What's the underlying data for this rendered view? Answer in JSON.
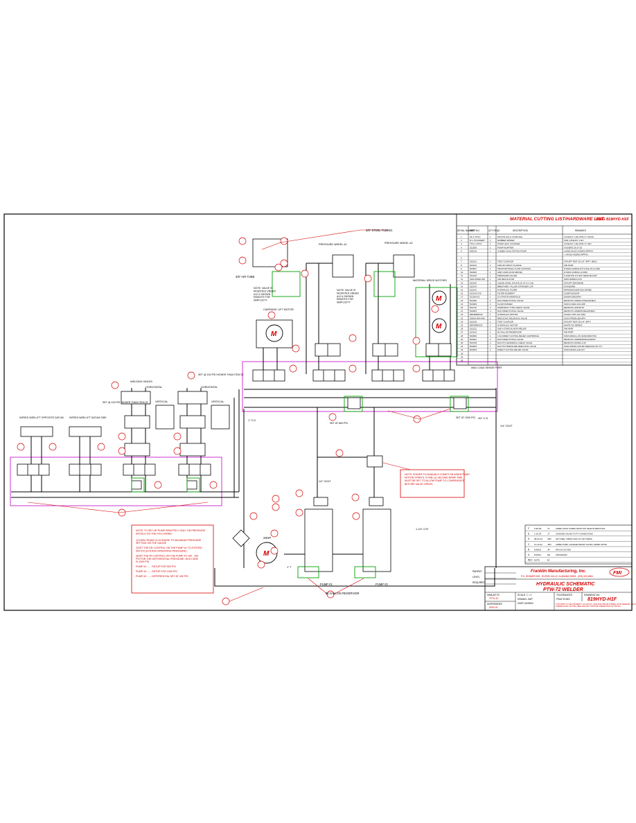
{
  "cutting_list": {
    "title": "MATERIAL CUTTING LIST/HARDWARE LIST",
    "dwg_ref": "DWG 819HYD-H1F",
    "headers": [
      "DETAIL NUMBER",
      "PART NO.",
      "QTY REQD",
      "DESCRIPTION",
      "REMARKS"
    ],
    "rows": [
      [
        "1",
        "SF-1-TPCC",
        "1",
        "MOTOR HALF COUPLING",
        "LOVEJOY L110 WITH 1\" S/S/10"
      ],
      [
        "2",
        "R-1-TR-INSERT",
        "1",
        "RUBBER SPIDER",
        "FOR LOVEJOY L110"
      ],
      [
        "3",
        "TPC-1-TPCC",
        "1",
        "PUMP HALF COUPLER",
        "LOVEJOY L110 WITH 1\" KEY"
      ],
      [
        "4",
        "512009",
        "1",
        "PUMP ADAPTER",
        "VICKERS 23-27-25"
      ],
      [
        "5",
        "505126",
        "1",
        "COMBO AXIAL PISTON PUMP",
        "LINDE A4VSO-43DR/S-RPPXX"
      ],
      [
        "",
        "",
        "",
        "",
        "+ A4VSO-45DR/S-RPPXX"
      ],
      [
        "6",
        "",
        "",
        "",
        ""
      ],
      [
        "7",
        "512101",
        "1",
        "TEST COUPLER",
        "STAUFF TEST-20 1/4\" JIFFY (MAL)"
      ],
      [
        "8",
        "512102",
        "2",
        "ASM 45 4-BOLT FLANGE",
        "FMI PART"
      ],
      [
        "9",
        "504607",
        "1",
        "PROPORTIONAL FLOW CONTROL",
        "HYDRO-FORCE PV72-33A-07-N-2400"
      ],
      [
        "10",
        "504645",
        "1",
        "AMP CARD (FOR ABOVE)",
        "HYDRO-FORCE 11-6630"
      ],
      [
        "11",
        "512140",
        "1",
        "PRESSURE GAUGE",
        "0-1000 PSI 1/4 NPT REAR MOUNT"
      ],
      [
        "12",
        "SHM-40920-430",
        "1",
        "AIR REGULATOR",
        "SHM NR9203-4-PC"
      ],
      [
        "13",
        "512142",
        "1",
        "LIQUID LEVEL GAUGE (5 1/2 O-1-1/2)",
        "STAUFF SNF2005/B"
      ],
      [
        "14",
        "512144",
        "1",
        "BREATHER / FILLER STRAINER CAP",
        "STANDARD"
      ],
      [
        "15",
        "512141",
        "1",
        "HYDRAULIC FILTER",
        "MP40DIN/C025F/100 S/F90B"
      ],
      [
        "16",
        "512143-C30",
        "1",
        "FILTER ELEMENT",
        "C025F/100N/S/F"
      ],
      [
        "17",
        "512024-10",
        "1",
        "10 STATION MANIFOLD",
        "DAMAN MDD/P04"
      ],
      [
        "18",
        "504330",
        "2",
        "DCD DIRECTIONAL VALVE",
        "REXROTH 4WE6J-6X/EG24N9K4"
      ],
      [
        "19",
        "504609",
        "2",
        "FLOW DIVIDER",
        "SUNS FCED-XAN-488"
      ],
      [
        "20",
        "504710",
        "2",
        "SANDWICH TYPE CHECK VALVE",
        "REXROTH Z2FS6-3X"
      ],
      [
        "21",
        "504603",
        "4",
        "DCD DIRECTIONAL VALVE",
        "REXROTH 4WE6J6X/EG24N9K4"
      ],
      [
        "22",
        "REFERENCE",
        "1",
        "HYDRAULIC MOTOR",
        "CHAR-LYNN 101-1030"
      ],
      [
        "23",
        "SNHM-4KR-490",
        "2",
        "REDUCING RELIEVING VALVE",
        "SUNS PRDB-LBN-8P4"
      ],
      [
        "24",
        "512105",
        "1",
        "TEST COUPLER",
        "STAUFF TEST-20 1/4\" JIFFY"
      ],
      [
        "25",
        "REFERENCE",
        "2",
        "HYDRAULIC MOTOR",
        "WHITE RS SERIES"
      ],
      [
        "26",
        "512122",
        "1",
        "SAE 4 STATION WITH RELIEF",
        "FMI PART"
      ],
      [
        "27",
        "512103",
        "1",
        "60 GALLON RESERVOIR",
        "FMI PART"
      ],
      [
        "28",
        "504606",
        "1",
        "1.5A DIRECT ACTING RELIEF CARTRIDGE",
        "SUNS RDFA-LCN (1000-6000 PSI)"
      ],
      [
        "29",
        "504601",
        "2",
        "DCD DIRECTIONAL VALVE",
        "REXROTH 4WE6D6X/EG24N9K4"
      ],
      [
        "30",
        "504708",
        "2",
        "DCD PO SANDWICH CHECK VALVE",
        "REXROTH Z2S6A-1-6X"
      ],
      [
        "31",
        "504603",
        "1",
        "DCD PO PRESSURE REDUCING VALVE",
        "SUNS PRDM-LDN-8P (REDUCE ON \"P\")"
      ],
      [
        "32",
        "504603",
        "2",
        "DIRECT ACTING RELIEF VALVE",
        "SUNS RDDA-LDN-FN"
      ],
      [
        "33",
        "",
        "",
        "",
        ""
      ],
      [
        "34",
        "",
        "",
        "",
        ""
      ],
      [
        "35",
        "",
        "",
        "",
        ""
      ]
    ]
  },
  "labels": {
    "air_tube": "3/8\" AIR TUBE",
    "steel_tubing": "3/8\" STEEL TUBING",
    "note_remote1": "NOTE: VALVE IS MOUNTED UNDER #12 & SHOWN REMOTE FOR SIMPLICITY",
    "note_remote2": "NOTE: VALVE IS MOUNTED UNDER #12 & SHOWN REMOTE FOR SIMPLICITY",
    "pressure_wheel1": "PRESSURE WHEEL #1",
    "pressure_wheel2": "PRESSURE WHEEL #2",
    "carriage_motor": "CARRIAGE LIFT MOTOR",
    "material_drive": "MATERIAL DRIVE MOTORS",
    "and_load_sense": "AND LOAD SENSE PORT",
    "infeed_left_opposite": "INFEED WEB LIFT OPPOSITE DATUM",
    "infeed_left_datum": "INFEED WEB LIFT DATUM SIDE",
    "welding_heads": "WELDING HEADS",
    "horizontal1": "HORIZONTAL",
    "horizontal2": "HORIZONTAL",
    "vertical1": "VERTICAL",
    "vertical2": "VERTICAL",
    "set_100_higher": "SET @ 100 PSI HIGHER THAN ITEM 32",
    "set_100_higher2": "SET @ 100 PSI HIGHER THAN ITEM 32",
    "set_at_800": "SET AT 800 PSI",
    "set_at_1000": "SET AT 1000 PSI",
    "reservoir": "60 GALLON RESERVOIR",
    "pump1": "PUMP #1",
    "pump2": "PUMP #2",
    "motor_hp": "20HP",
    "note_power": "NOTE: POWER TO MANUALS COMES ON WHEN PUMP MOTOR STARTS. A ONE (1) SECOND RAMP TIME MUST BE SET TO ALLOW PUMP TO COMPENSATE BEFORE VALVE OPENS.",
    "note_setup_title": "NOTE: TO SET-UP PUMP REMOTELY ONLY ON PRESSURE SHOULD DO THE FOLLOWING:",
    "note_setup_1": "1)TURN ITEM#3 CLOCKWISE TO MAXIMUM PRESSURE SETTING ON THE GAUGE",
    "note_setup_2": "2)SET THE DR CONTROL ON THE PUMP #1 TO SYSTEM 900 PSI (SYSTEM OPERATING PRESSURE)",
    "note_setup_3": "3)SET THE FR CONTROL ON THE PUMP TO 150 - 300 PSI FOR THE DIFFERENTIAL PRESSURE, HIGH SIDE IS 1000 PSI",
    "note_setup_4": "PUMP #1 .......SETUP FOR 900 PSI",
    "note_setup_5": "PUMP #2 .......SETUP FOR 1000 PSI",
    "note_setup_6": "PUMP #2 .......DIFFERENTIAL SET AT 400 PSI",
    "port_1cd": "1\" C.D.",
    "port_12cd": "1/2\" CD4T",
    "port_14cd": "1/4\" CD4T",
    "port_34cd": "3/4\" C.D.",
    "port_114": "1-1/4\" 2.5T",
    "port_tank": "1\" T"
  },
  "revisions": [
    [
      "F",
      "5-30-05",
      "JT",
      "ADDED SOLID SCREW FROM CPP. DELETE WEB PLATE"
    ],
    [
      "E",
      "1-22-03",
      "JT",
      "CHANGED VALVES TO FIT CONNECTIONS"
    ],
    [
      "D",
      "08-01-03",
      "JPR",
      "3/8\" STEEL TUBING WAS 1/4\" AIR TUBING"
    ],
    [
      "C",
      "11-13-02",
      "JPR",
      "ADDED PUMP, CHANGED RELIEF VALVES, ADDED NOTES"
    ],
    [
      "B",
      "6/28/02",
      "JR",
      "WAS 60 GAL RES"
    ],
    [
      "A",
      "5/19/01",
      "DE",
      "ORIGINATED"
    ],
    [
      "REV",
      "DATE",
      "BY",
      ""
    ]
  ],
  "parent_fields": [
    "PARENT",
    "LEVEL",
    "REQUIRED"
  ],
  "title_block": {
    "company": "Franklin Manufacturing, Inc.",
    "address": "P.O. DRAWER 628 - RUSSELLVILLE, ALABAMA 35653 - (205) 332-4884",
    "logo": "FMI",
    "title1": "HYDRAULIC SCHEMATIC",
    "title2": "PTW-72 WELDER",
    "drawing_label": "DRAWING NO.",
    "drawing_no": "819HYD-H1F",
    "scale": "SCALE: 1 = 1",
    "drawn": "DRAWN: JWP",
    "date": "DATE 04/25/02",
    "tolerances": "TOLERANCES",
    "fractions": "FRACTIONS",
    "similar_to": "SIMILAR TO",
    "similar_val": "TP70-43",
    "supersedes": "SUPERSEDES",
    "supersedes_val": "0000-00",
    "proprietary": "THIS PRINT IS THE PROPERTY OF FMI INC. AND MUST BE RETURNED UPON DEMAND. THE INFORMATION THEREON MAY NOT BE USED WITHOUT WRITTEN PERMISSION OF FMI INC."
  },
  "colors": {
    "red": "#d40000",
    "green": "#00a000",
    "magenta": "#c000c0",
    "black": "#000000"
  }
}
